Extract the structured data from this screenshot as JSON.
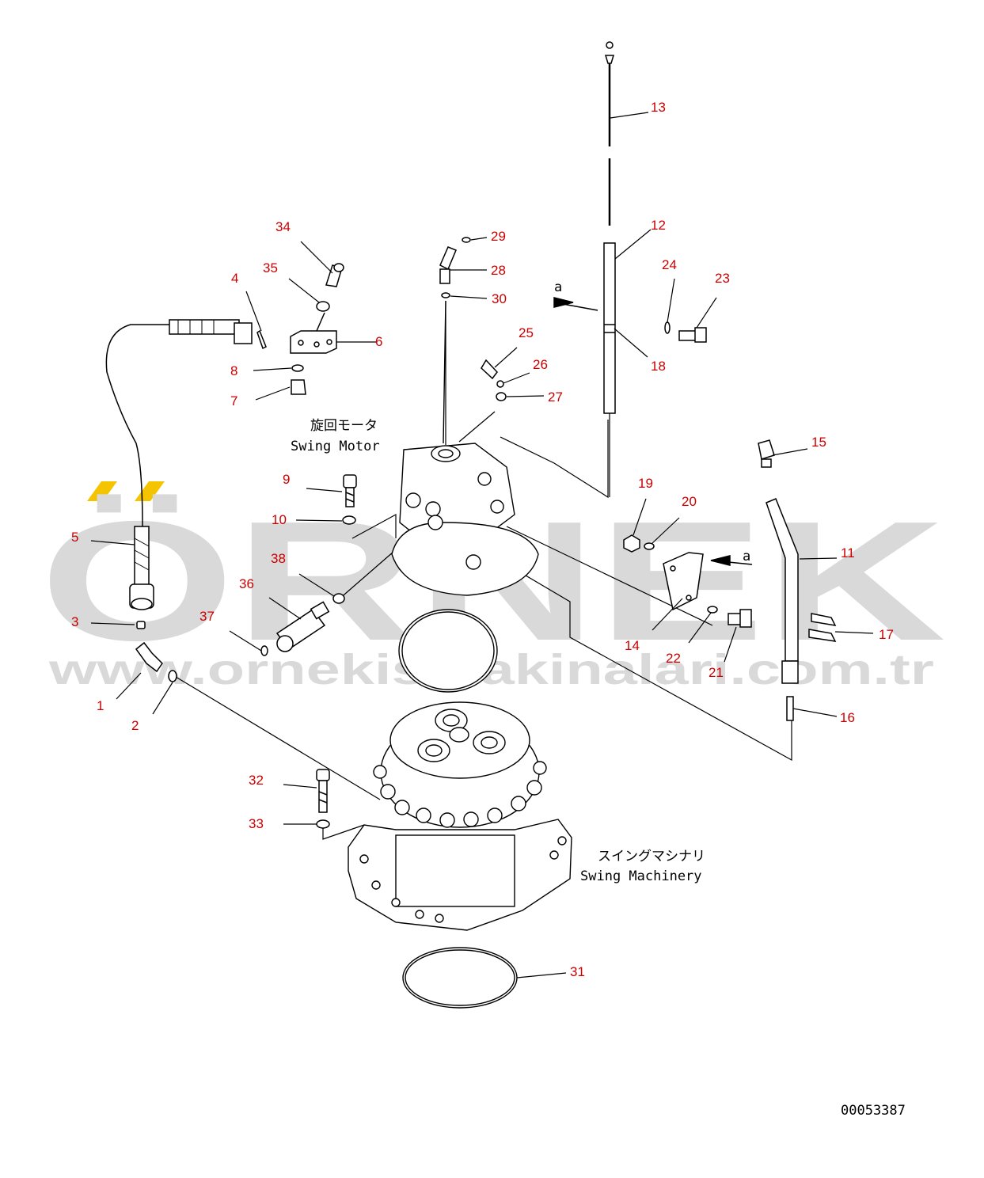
{
  "watermark": {
    "brand": "ÖRNEK",
    "url": "www.ornekismakinalari.com.tr",
    "brand_color": "#d9d9d9",
    "accent_color": "#f5c400"
  },
  "captions": {
    "swing_motor_jp": "旋回モータ",
    "swing_motor_en": "Swing Motor",
    "swing_machinery_jp": "スイングマシナリ",
    "swing_machinery_en": "Swing Machinery",
    "view_arrow_1": "a",
    "view_arrow_2": "a"
  },
  "drawing_number": "00053387",
  "callout_color": "#cc0000",
  "callouts": [
    "1",
    "2",
    "3",
    "4",
    "5",
    "6",
    "7",
    "8",
    "9",
    "10",
    "11",
    "12",
    "13",
    "14",
    "15",
    "16",
    "17",
    "18",
    "19",
    "20",
    "21",
    "22",
    "23",
    "24",
    "25",
    "26",
    "27",
    "28",
    "29",
    "30",
    "31",
    "32",
    "33",
    "34",
    "35",
    "36",
    "37",
    "38"
  ]
}
